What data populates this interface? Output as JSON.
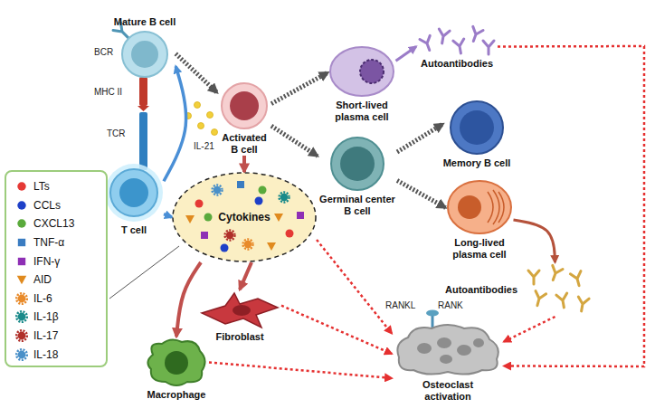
{
  "diagram": {
    "nodes": [
      {
        "text": [
          "Mature B cell"
        ]
      },
      {
        "text": [
          "T cell"
        ]
      },
      {
        "text": [
          "Activated B cell"
        ]
      },
      {
        "text": [
          "Short-lived plasma cell"
        ]
      },
      {
        "text": [
          "Autoantibodies"
        ]
      },
      {
        "text": [
          "Germinal center B cell"
        ]
      },
      {
        "text": [
          "Memory B cell"
        ]
      },
      {
        "text": [
          "Long-lived plasma cell"
        ]
      },
      {
        "text": [
          "Autoantibodies"
        ]
      },
      {
        "text": [
          "Cytokines"
        ]
      },
      {
        "text": [
          "Fibroblast"
        ]
      },
      {
        "text": [
          "Macrophage"
        ]
      },
      {
        "text": [
          "Osteoclast activation"
        ]
      }
    ],
    "edges": [
      {
        "from": 1,
        "to": 0,
        "arrow": "to"
      },
      {
        "from": 0,
        "to": 2,
        "arrow": "to"
      },
      {
        "from": 1,
        "to": 9,
        "arrow": "to"
      },
      {
        "from": 2,
        "to": 9,
        "arrow": "to"
      },
      {
        "from": 2,
        "to": 3,
        "arrow": "to"
      },
      {
        "from": 2,
        "to": 5,
        "arrow": "to"
      },
      {
        "from": 5,
        "to": 6,
        "arrow": "to"
      },
      {
        "from": 5,
        "to": 7,
        "arrow": "to"
      },
      {
        "from": 3,
        "to": 4,
        "arrow": "to"
      },
      {
        "from": 7,
        "to": 8,
        "arrow": "to"
      },
      {
        "from": 9,
        "to": 10,
        "arrow": "to"
      },
      {
        "from": 9,
        "to": 11,
        "arrow": "to"
      },
      {
        "from": 9,
        "to": 12,
        "arrow": "to"
      },
      {
        "from": 10,
        "to": 12,
        "arrow": "to"
      },
      {
        "from": 11,
        "to": 12,
        "arrow": "to"
      },
      {
        "from": 8,
        "to": 12,
        "arrow": "to"
      },
      {
        "from": 4,
        "to": 12,
        "arrow": "to"
      }
    ],
    "labels": [
      "BCR",
      "MHC II",
      "TCR",
      "IL-21",
      "RANKL",
      "RANK"
    ],
    "legend": [
      {
        "text": "LTs",
        "color": "#e53935"
      },
      {
        "text": "CCLs",
        "color": "#1e40c8"
      },
      {
        "text": "CXCL13",
        "color": "#5aaa3c"
      },
      {
        "text": "TNF-α",
        "color": "#3a7cc1"
      },
      {
        "text": "IFN-γ",
        "color": "#8e2fb5"
      },
      {
        "text": "AID",
        "color": "#e08a1e"
      },
      {
        "text": "IL-6",
        "color": "#e88a2a"
      },
      {
        "text": "IL-1β",
        "color": "#1a8a8a"
      },
      {
        "text": "IL-17",
        "color": "#b0302a"
      },
      {
        "text": "IL-18",
        "color": "#4a90c8"
      }
    ]
  }
}
